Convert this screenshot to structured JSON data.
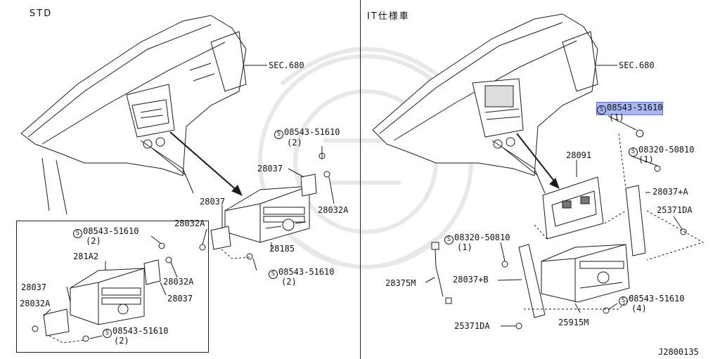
{
  "panels": {
    "left_title": "STD",
    "right_title": "IT仕様車"
  },
  "labels": {
    "sec680_left": "SEC.680",
    "sec680_right": "SEC.680",
    "l_screw_top_num": "08543-51610",
    "l_screw_top_qty": "(2)",
    "l_28037_upper": "28037",
    "l_28032A_right": "28032A",
    "l_28037_mid": "28037",
    "l_28032A_left": "28032A",
    "l_28185": "28185",
    "l_screw_bottom_num": "08543-51610",
    "l_screw_bottom_qty": "(2)",
    "inset_screw_top_num": "08543-51610",
    "inset_screw_top_qty": "(2)",
    "inset_281A2": "281A2",
    "inset_28037_left": "28037",
    "inset_28032A_left": "28032A",
    "inset_28032A_right": "28032A",
    "inset_28037_right": "28037",
    "inset_screw_bottom_num": "08543-51610",
    "inset_screw_bottom_qty": "(2)",
    "r_screw_top_num": "08543-51610",
    "r_screw_top_qty": "(1)",
    "r_screw_08320_num": "08320-50810",
    "r_screw_08320_qty": "(1)",
    "r_28091": "28091",
    "r_28037A": "28037+A",
    "r_25371DA_right": "25371DA",
    "r_screw_08320b_num": "08320-50810",
    "r_screw_08320b_qty": "(1)",
    "r_28375M": "28375M",
    "r_28037B": "28037+B",
    "r_screw_bottom_num": "08543-51610",
    "r_screw_bottom_qty": "(4)",
    "r_25915M": "25915M",
    "r_25371DA_left": "25371DA",
    "figure_code": "J2800135"
  },
  "symbols": {
    "screw_prefix": "S"
  },
  "colors": {
    "highlight": "#a9b6f0",
    "line": "#1a1a1a",
    "watermark": "#e6e6e6"
  }
}
